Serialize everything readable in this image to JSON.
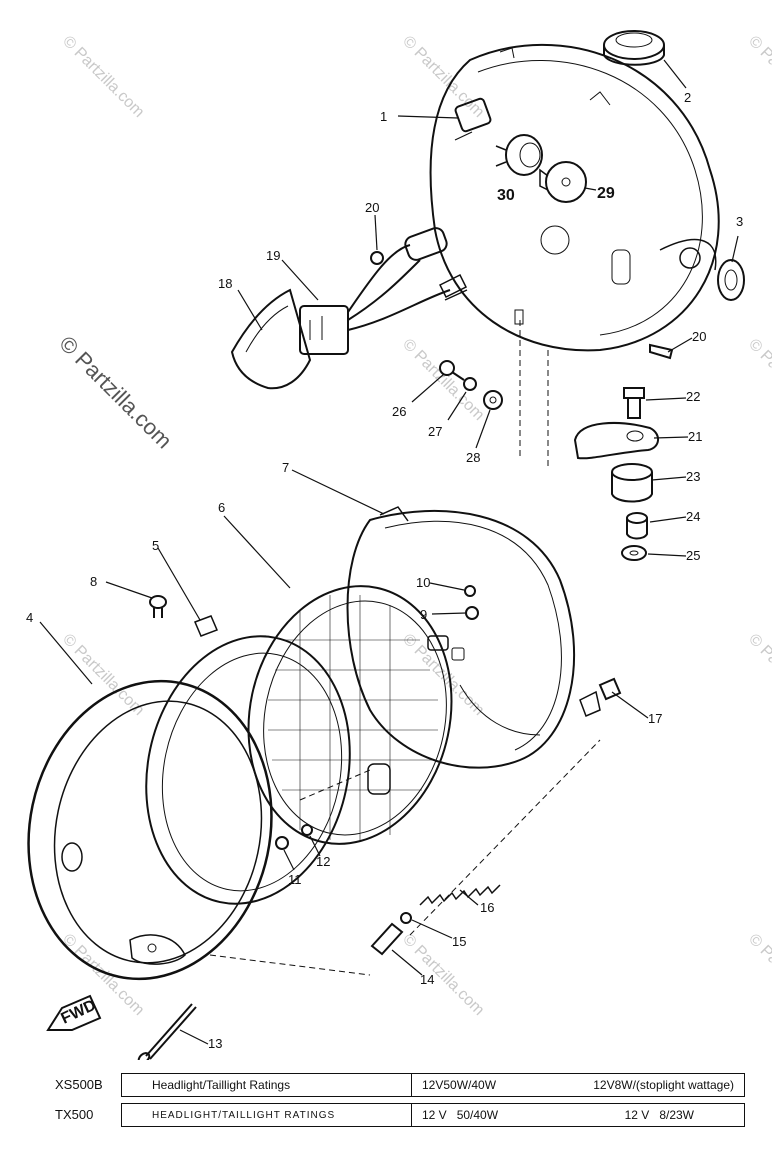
{
  "watermark": {
    "text": "© Partzilla.com",
    "color": "#c9c9c9"
  },
  "callouts": {
    "c1": "1",
    "c2": "2",
    "c3": "3",
    "c4": "4",
    "c5": "5",
    "c6": "6",
    "c7": "7",
    "c8": "8",
    "c9": "9",
    "c10": "10",
    "c11": "11",
    "c12": "12",
    "c13": "13",
    "c14": "14",
    "c15": "15",
    "c16": "16",
    "c17": "17",
    "c18": "18",
    "c19": "19",
    "c20a": "20",
    "c20b": "20",
    "c21": "21",
    "c22": "22",
    "c23": "23",
    "c24": "24",
    "c25": "25",
    "c26": "26",
    "c27": "27",
    "c28": "28",
    "c29": "29",
    "c30": "30"
  },
  "fwd_label": "FWD",
  "ratings": [
    {
      "model": "XS500B",
      "label": "Headlight/Taillight Ratings",
      "headlight": "12V50W/40W",
      "stoplight": "12V8W/(stoplight wattage)"
    },
    {
      "model": "TX500",
      "label": "HEADLIGHT/TAILLIGHT RATINGS",
      "headlight": "12 V   50/40W",
      "stoplight": "12 V   8/23W"
    }
  ]
}
